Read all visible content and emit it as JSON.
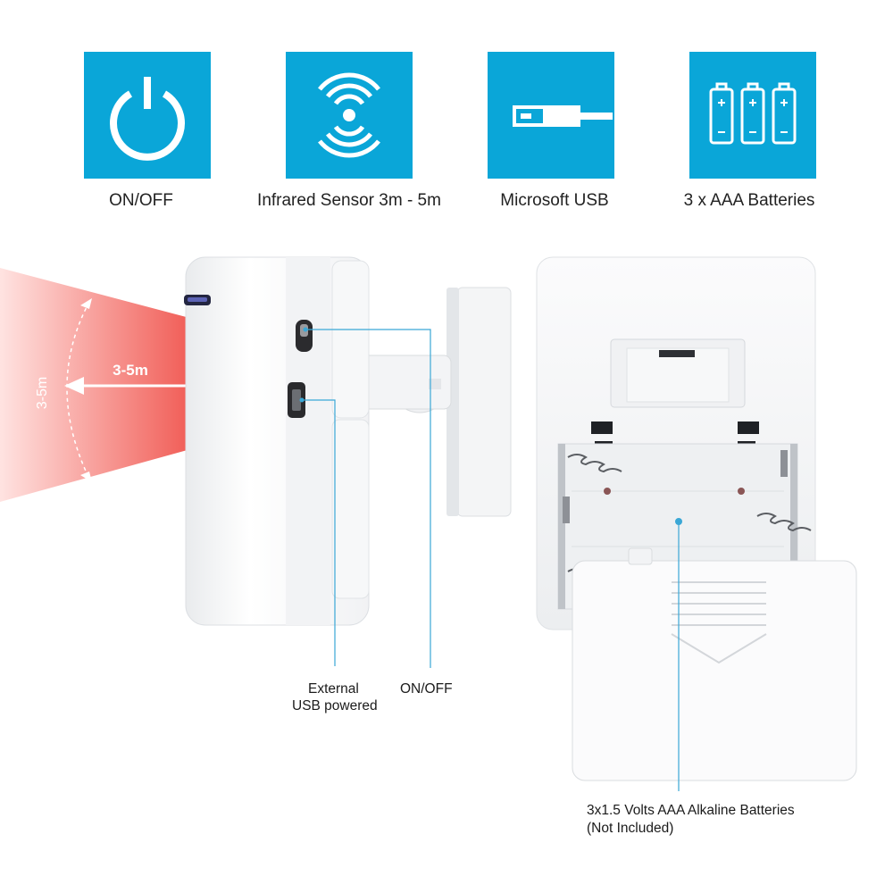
{
  "features": [
    {
      "icon": "power-icon",
      "label": "ON/OFF"
    },
    {
      "icon": "infrared-waves-icon",
      "label": "Infrared Sensor 3m - 5m"
    },
    {
      "icon": "usb-cable-icon",
      "label": "Microsoft USB"
    },
    {
      "icon": "batteries-icon",
      "label": "3 x AAA Batteries"
    }
  ],
  "beam": {
    "range_horizontal": "3-5m",
    "range_vertical": "3-5m"
  },
  "callouts": {
    "usb_line1": "External",
    "usb_line2": "USB powered",
    "onoff": "ON/OFF",
    "batteries_line1": "3x1.5 Volts AAA  Alkaline Batteries",
    "batteries_line2": "(Not Included)"
  },
  "colors": {
    "tile": "#0aa6d8",
    "beam": "#f0504a",
    "leader": "#3aa7d6"
  }
}
